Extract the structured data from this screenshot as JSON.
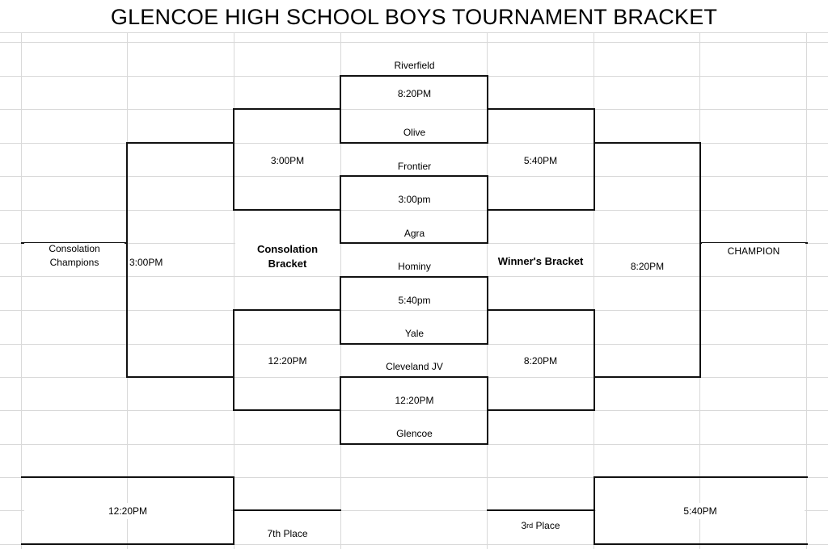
{
  "title": "GLENCOE HIGH SCHOOL BOYS TOURNAMENT BRACKET",
  "sheet": {
    "gridline_color": "#d9d9d9",
    "line_color": "#111111"
  },
  "round1": {
    "game1": {
      "team_top": "Riverfield",
      "time": "8:20PM",
      "team_bottom": "Olive"
    },
    "game2": {
      "team_top": "Frontier",
      "time": "3:00pm",
      "team_bottom": "Agra"
    },
    "game3": {
      "team_top": "Hominy",
      "time": "5:40pm",
      "team_bottom": "Yale"
    },
    "game4": {
      "team_top": "Cleveland JV",
      "time": "12:20PM",
      "team_bottom": "Glencoe"
    }
  },
  "consolation": {
    "label_line1": "Consolation",
    "label_line2": "Bracket",
    "semi_top_time": "3:00PM",
    "semi_bottom_time": "12:20PM",
    "final_time": "3:00PM",
    "champions_line1": "Consolation",
    "champions_line2": "Champions"
  },
  "winners": {
    "label": "Winner's Bracket",
    "semi_top_time": "5:40PM",
    "semi_bottom_time": "8:20PM",
    "final_time": "8:20PM",
    "champion": "CHAMPION"
  },
  "seventh_place": {
    "time": "12:20PM",
    "label": "7th Place"
  },
  "third_place": {
    "time": "5:40PM",
    "label_num": "3",
    "label_sup": "rd",
    "label_word": " Place"
  }
}
